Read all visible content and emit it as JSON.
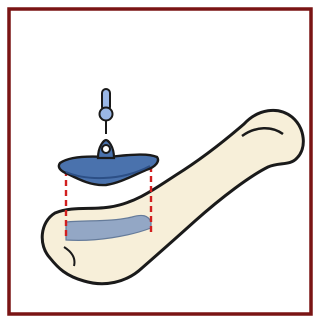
{
  "figure": {
    "frame_color": "#7a1414",
    "bone_fill": "#f7efd9",
    "bone_stroke": "#1a1a1a",
    "implant_fill": "#4a72ad",
    "implant_dark": "#2c4f86",
    "screw_fill": "#9ab7e6",
    "guide_line_color": "#d11f1f",
    "resection_fill": "#8ea4c4",
    "icons": [
      "screw-icon",
      "implant-plate",
      "bone-shape",
      "resection-area",
      "alignment-guides"
    ]
  }
}
